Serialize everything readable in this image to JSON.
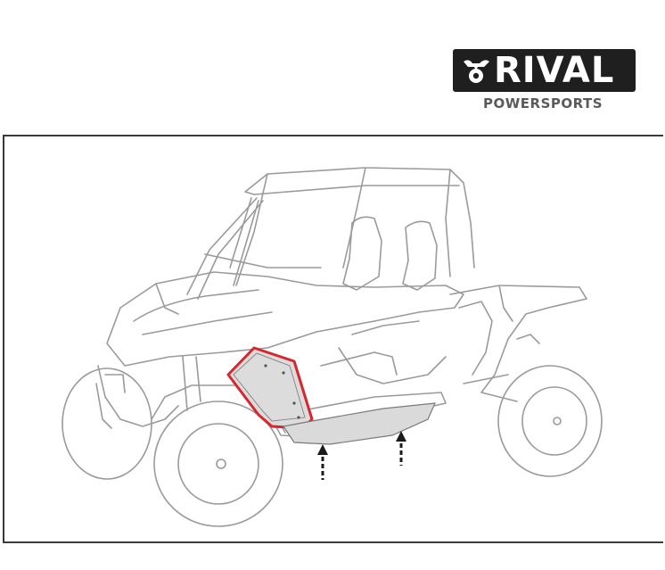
{
  "brand": {
    "name": "RIVAL",
    "subtitle": "POWERSPORTS",
    "icon": "rival-mark-icon",
    "logo_bg": "#1f1f1f"
  },
  "illustration": {
    "subject": "utv-side-view",
    "highlight_color": "#d9262e",
    "panel_fill": "#d9d9d9",
    "arrow_count": 2
  }
}
